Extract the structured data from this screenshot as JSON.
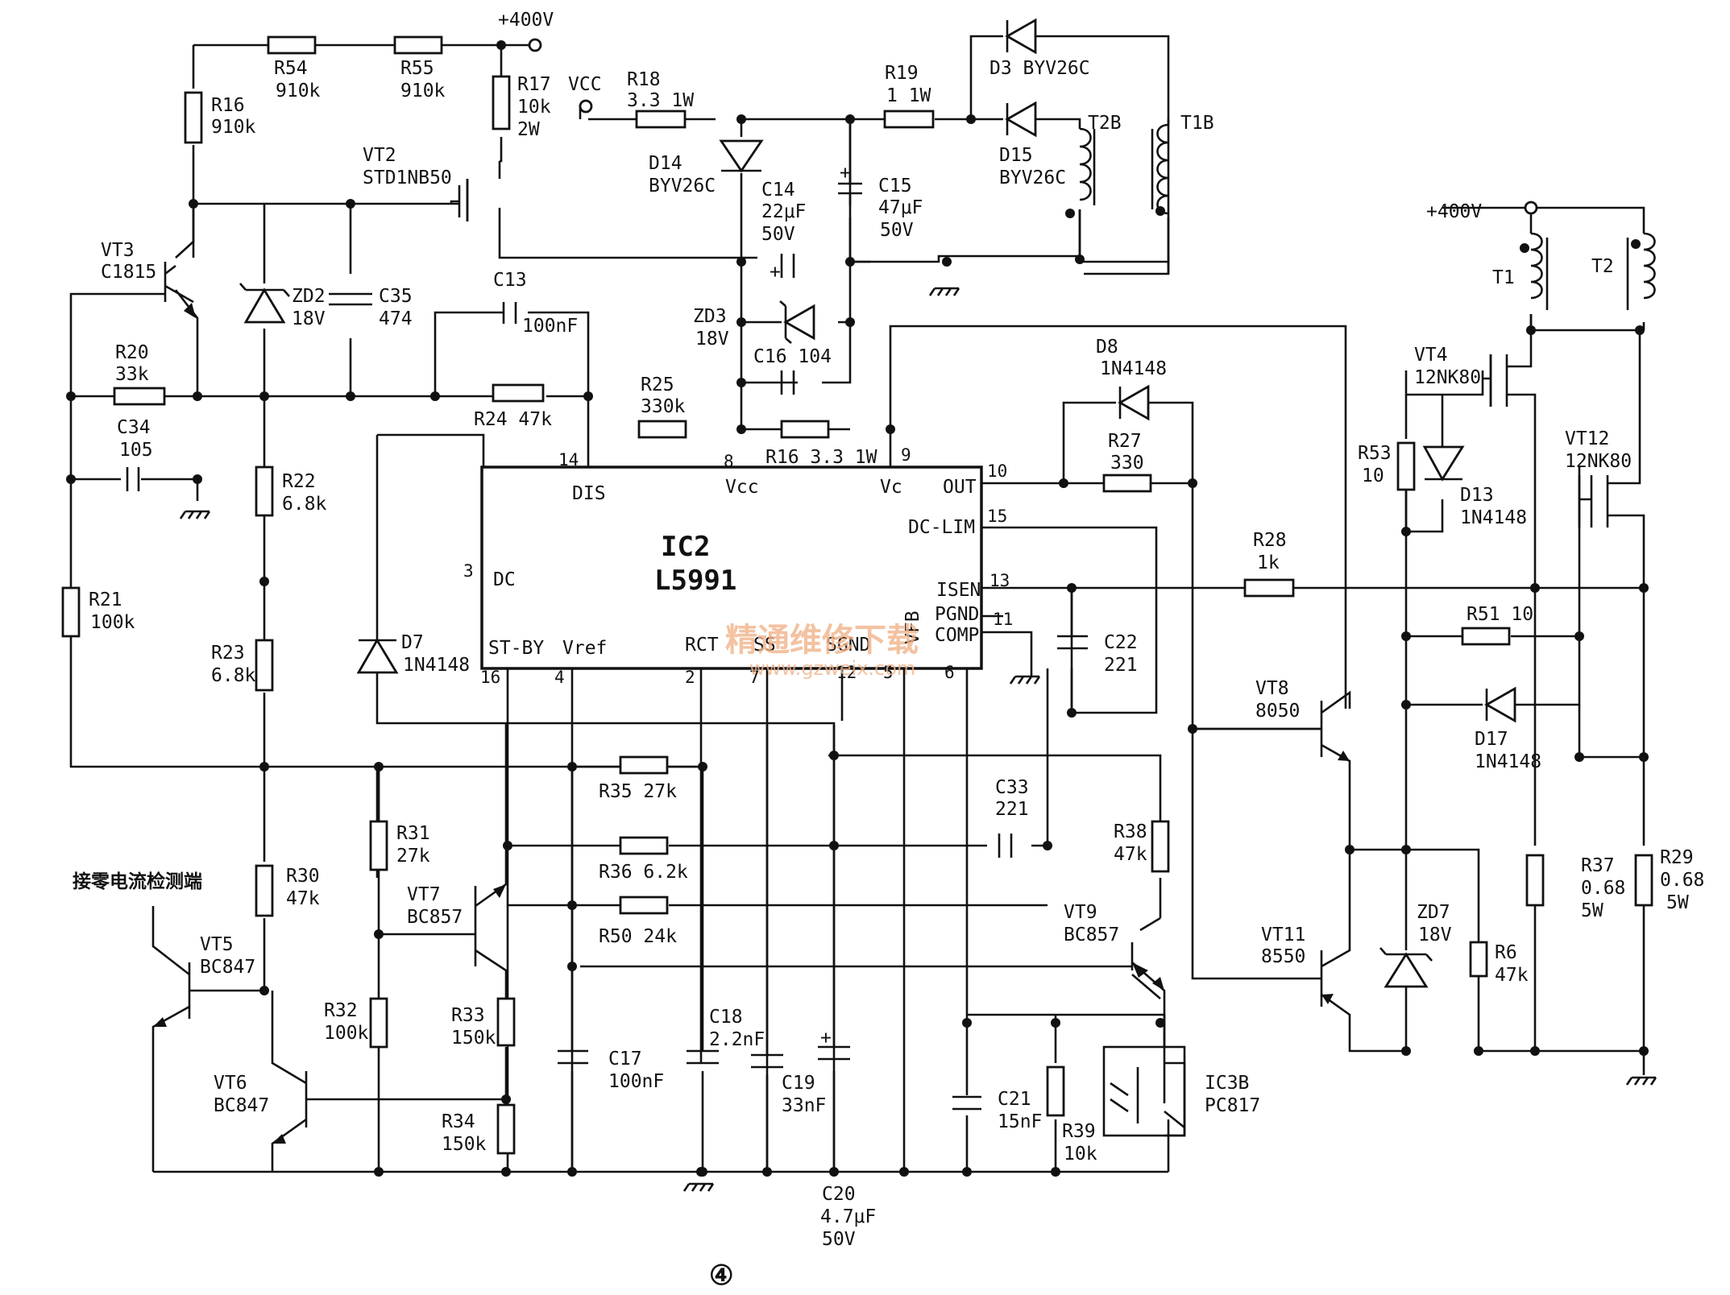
{
  "ic": {
    "name": "IC2",
    "part": "L5991",
    "pins": {
      "dis": "DIS",
      "vcc": "Vcc",
      "vc": "Vc",
      "out": "OUT",
      "dclim": "DC-LIM",
      "isen": "ISEN",
      "pgnd": "PGND",
      "comp": "COMP",
      "dc": "DC",
      "stby": "ST-BY",
      "vref": "Vref",
      "rct": "RCT",
      "ss": "SS",
      "sgnd": "SGND",
      "vfb": "VFB"
    },
    "pin_numbers": {
      "n14": "14",
      "n8": "8",
      "n9": "9",
      "n10": "10",
      "n15": "15",
      "n13": "13",
      "n11": "11",
      "n3": "3",
      "n16": "16",
      "n4": "4",
      "n2": "2",
      "n7": "7",
      "n12": "12",
      "n5": "5",
      "n6": "6"
    }
  },
  "supplies": {
    "v400_top": "+400V",
    "vcc": "VCC",
    "v400_right": "+400V"
  },
  "resistors": {
    "r54": [
      "R54",
      "910k"
    ],
    "r55": [
      "R55",
      "910k"
    ],
    "r16a": [
      "R16",
      "910k"
    ],
    "r17": [
      "R17",
      "10k",
      "2W"
    ],
    "r18": [
      "R18",
      "3.3  1W"
    ],
    "r19": [
      "R19",
      "1  1W"
    ],
    "r20": [
      "R20",
      "33k"
    ],
    "r24": "R24  47k",
    "r25": [
      "R25",
      "330k"
    ],
    "r16b": "R16  3.3  1W",
    "r22": [
      "R22",
      "6.8k"
    ],
    "r23": [
      "R23",
      "6.8k"
    ],
    "r21": [
      "R21",
      "100k"
    ],
    "r27": [
      "R27",
      "330"
    ],
    "r28": [
      "R28",
      "1k"
    ],
    "r53": [
      "R53",
      "10"
    ],
    "r51": "R51  10",
    "r35": "R35  27k",
    "r36": "R36  6.2k",
    "r50": "R50  24k",
    "r31": [
      "R31",
      "27k"
    ],
    "r30": [
      "R30",
      "47k"
    ],
    "r32": [
      "R32",
      "100k"
    ],
    "r33": [
      "R33",
      "150k"
    ],
    "r34": [
      "R34",
      "150k"
    ],
    "r38": [
      "R38",
      "47k"
    ],
    "r39": [
      "R39",
      "10k"
    ],
    "r37": [
      "R37",
      "0.68",
      "5W"
    ],
    "r29": [
      "R29",
      "0.68",
      "5W"
    ],
    "r6": [
      "R6",
      "47k"
    ]
  },
  "capacitors": {
    "c14": [
      "C14",
      "22μF",
      "50V"
    ],
    "c15": [
      "C15",
      "47μF",
      "50V"
    ],
    "c35": [
      "C35",
      "474"
    ],
    "c13": [
      "C13",
      "100nF"
    ],
    "c34": [
      "C34",
      "105"
    ],
    "c16": "C16  104",
    "c22": [
      "C22",
      "221"
    ],
    "c33": [
      "C33",
      "221"
    ],
    "c17": [
      "C17",
      "100nF"
    ],
    "c18": [
      "C18",
      "2.2nF"
    ],
    "c19": [
      "C19",
      "33nF"
    ],
    "c20": [
      "C20",
      "4.7μF",
      "50V"
    ],
    "c21": [
      "C21",
      "15nF"
    ]
  },
  "diodes": {
    "d3": "D3  BYV26C",
    "d15": [
      "D15",
      "BYV26C"
    ],
    "d14": [
      "D14",
      "BYV26C"
    ],
    "zd2": [
      "ZD2",
      "18V"
    ],
    "zd3": [
      "ZD3",
      "18V"
    ],
    "d8": [
      "D8",
      "1N4148"
    ],
    "d7": [
      "D7",
      "1N4148"
    ],
    "d13": [
      "D13",
      "1N4148"
    ],
    "d17": [
      "D17",
      "1N4148"
    ],
    "zd7": [
      "ZD7",
      "18V"
    ]
  },
  "transistors": {
    "vt2": [
      "VT2",
      "STD1NB50"
    ],
    "vt3": [
      "VT3",
      "C1815"
    ],
    "vt4": [
      "VT4",
      "12NK80"
    ],
    "vt12": [
      "VT12",
      "12NK80"
    ],
    "vt8": [
      "VT8",
      "8050"
    ],
    "vt11": [
      "VT11",
      "8550"
    ],
    "vt7": [
      "VT7",
      "BC857"
    ],
    "vt9": [
      "VT9",
      "BC857"
    ],
    "vt5": [
      "VT5",
      "BC847"
    ],
    "vt6": [
      "VT6",
      "BC847"
    ]
  },
  "transformers": {
    "t2b": "T2B",
    "t1b": "T1B",
    "t1": "T1",
    "t2": "T2"
  },
  "optocoupler": [
    "IC3B",
    "PC817"
  ],
  "annotation": "接零电流检测端",
  "figure_number": "④",
  "watermark": {
    "cn": "精通维修下载",
    "url": "www.gzweix.com"
  }
}
